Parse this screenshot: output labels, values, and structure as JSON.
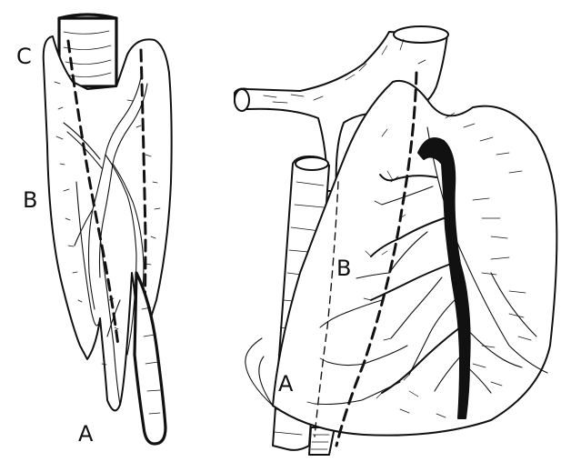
{
  "labels": {
    "left_c": "C",
    "left_b": "B",
    "left_a": "A",
    "right_b": "B",
    "right_a": "A"
  }
}
